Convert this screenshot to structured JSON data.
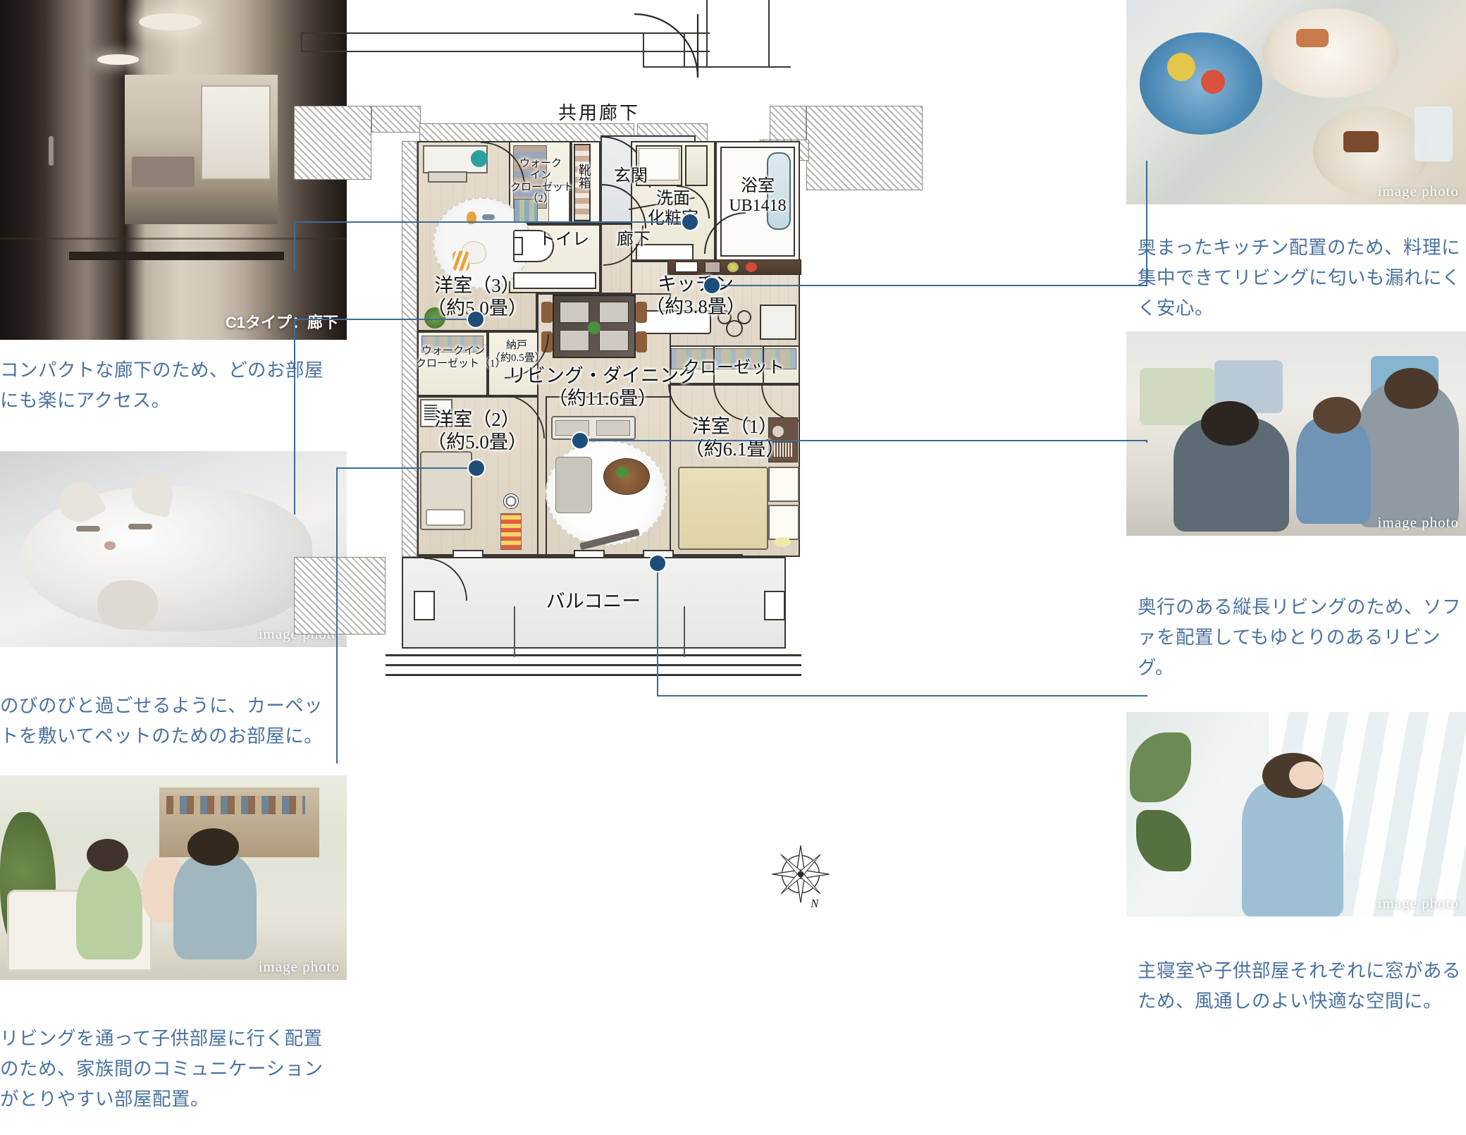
{
  "plan": {
    "common_corridor": "共用廊下",
    "balcony": "バルコニー",
    "rooms": [
      {
        "name": "洋室（3）",
        "area": "（約5.0畳）"
      },
      {
        "name": "洋室（2）",
        "area": "（約5.0畳）"
      },
      {
        "name": "洋室（1）",
        "area": "（約6.1畳）"
      },
      {
        "name": "リビング・ダイニング",
        "area": "（約11.6畳）"
      },
      {
        "name": "キッチン",
        "area": "（約3.8畳）"
      },
      {
        "name": "納戸",
        "area": "（約0.5畳）"
      }
    ],
    "labels": {
      "genkan": "玄関",
      "kutsubako": "靴箱",
      "toilet": "トイレ",
      "roka": "廊下",
      "senmen": "洗面",
      "keshoshitsu": "化粧室",
      "yokushitsu": "浴室",
      "ub": "UB1418",
      "closet": "クローゼット",
      "wic2_line1": "ウォーク",
      "wic2_line2": "イン",
      "wic2_line3": "クローゼット",
      "wic2_line4": "（2）",
      "wic1_line1": "ウォークイン",
      "wic1_line2": "クローゼット（1）",
      "nando": "納戸",
      "nando_area": "（約0.5畳）"
    },
    "compass_label": "N"
  },
  "left_column": {
    "photo_corridor_tag": "C1タイプ：廊下",
    "caption_corridor": "コンパクトな廊下のため、どのお部屋にも楽にアクセス。",
    "photo_cat_tag": "image photo",
    "caption_cat": "のびのびと過ごせるように、カーペットを敷いてペットのためのお部屋に。",
    "photo_family_tag": "image photo",
    "caption_family": "リビングを通って子供部屋に行く配置のため、家族間のコミュニケーションがとりやすい部屋配置。"
  },
  "right_column": {
    "photo_food_tag": "image photo",
    "caption_kitchen": "奥まったキッチン配置のため、料理に集中できてリビングに匂いも漏れにくく安心。",
    "photo_living_tag": "image photo",
    "caption_living": "奥行のある縦長リビングのため、ソファを配置してもゆとりのあるリビング。",
    "photo_window_tag": "image photo",
    "caption_window": "主寝室や子供部屋それぞれに窓があるため、風通しのよい快適な空間に。"
  },
  "colors": {
    "caption_text": "#4a72a0",
    "leader_line": "#3d6b96",
    "leader_dot": "#1d4e7a"
  }
}
